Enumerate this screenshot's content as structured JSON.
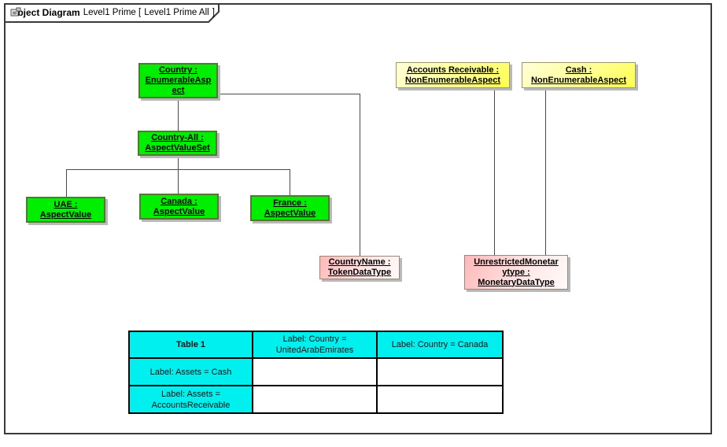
{
  "tab": {
    "title": "Object Diagram",
    "context": "Level1 Prime [",
    "diagram_name": "Level1 Prime All",
    "bracket_close": "]",
    "icon": "diagram-icon"
  },
  "nodes": {
    "country": "Country :\nEnumerableAsp\nect",
    "country_all": "Country-All :\nAspectValueSet",
    "uae": "UAE :\nAspectValue",
    "canada": "Canada :\nAspectValue",
    "france": "France :\nAspectValue",
    "accounts_receivable": "Accounts Receivable :\nNonEnumerableAspect",
    "cash": "Cash :\nNonEnumerableAspect",
    "country_name": "CountryName :\nTokenDataType",
    "unrestricted_monetary": "UnrestrictedMonetar\nytype :\nMonetaryDataType"
  },
  "table": {
    "title": "Table 1",
    "col_headers": [
      "Label: Country =\nUnitedArabEmirates",
      "Label: Country = Canada"
    ],
    "row_headers": [
      "Label: Assets = Cash",
      "Label: Assets =\nAccountsReceivable"
    ],
    "cells": [
      [
        "",
        ""
      ],
      [
        "",
        ""
      ]
    ]
  },
  "colors": {
    "node_green": "#00ee00",
    "node_yellow": "#ffff80",
    "node_pink": "#ffc0c0",
    "table_cyan": "#00f0f0"
  }
}
